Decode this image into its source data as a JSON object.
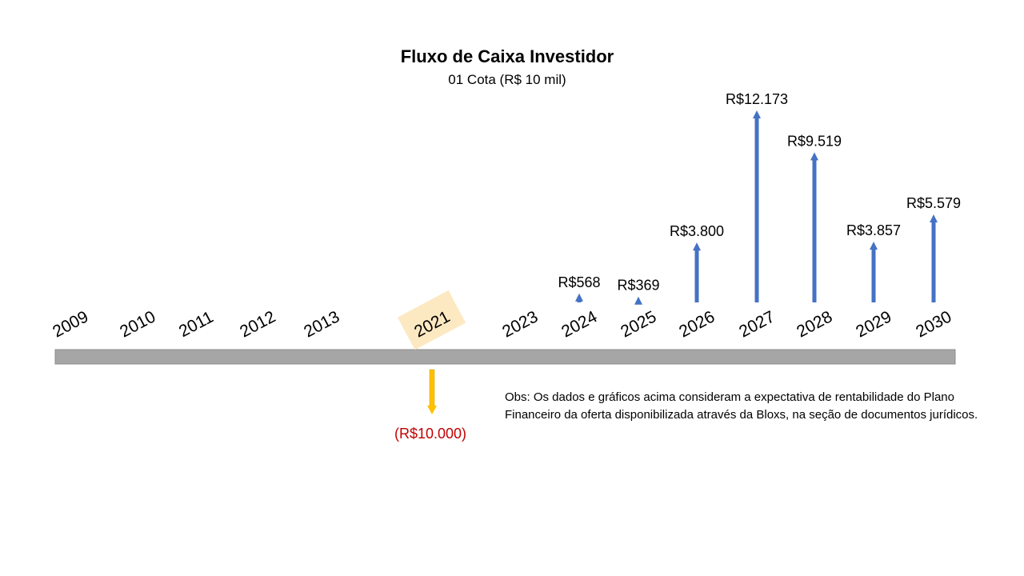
{
  "chart_data": {
    "type": "bar",
    "title": "Fluxo de Caixa Investidor",
    "subtitle": "01 Cota (R$ 10 mil)",
    "timeline_labels": [
      "2009",
      "2010",
      "2011",
      "2012",
      "2013",
      "2021",
      "2023",
      "2024",
      "2025",
      "2026",
      "2027",
      "2028",
      "2029",
      "2030"
    ],
    "highlighted_label": "2021",
    "categories": [
      "2021",
      "2024",
      "2025",
      "2026",
      "2027",
      "2028",
      "2029",
      "2030"
    ],
    "values": [
      -10000,
      568,
      369,
      3800,
      12173,
      9519,
      3857,
      5579
    ],
    "value_labels": [
      "(R$10.000)",
      "R$568",
      "R$369",
      "R$3.800",
      "R$12.173",
      "R$9.519",
      "R$3.857",
      "R$5.579"
    ],
    "ylim": [
      -10000,
      12173
    ],
    "grid": false,
    "legend": "none",
    "colors": {
      "inflow": "#4472C4",
      "outflow": "#FFC000",
      "negative_label": "#C00000",
      "timeline_bar": "#A6A6A6",
      "highlight": "#FCE9C2"
    }
  },
  "note": "Obs: Os dados e gráficos acima consideram a expectativa de rentabilidade do Plano Financeiro da oferta disponibilizada através da Bloxs, na seção de documentos jurídicos."
}
